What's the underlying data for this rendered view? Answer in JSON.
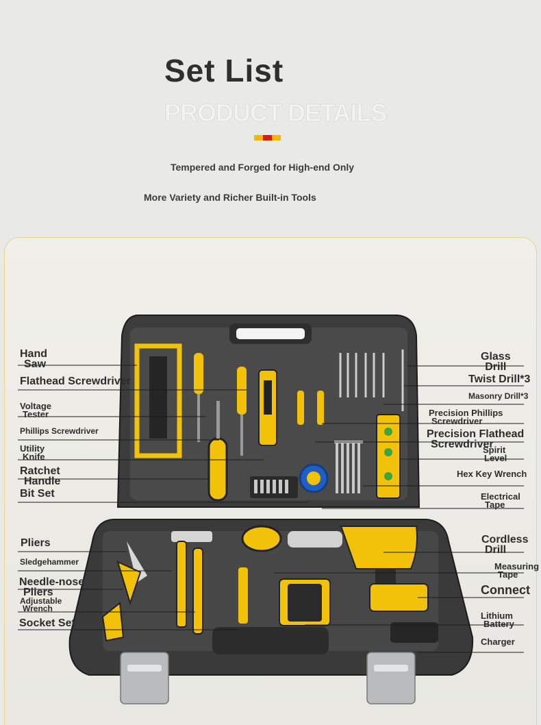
{
  "header": {
    "title": "Set List",
    "subtitle": "PRODUCT DETAILS",
    "tagline_1": "Tempered and Forged for High-end Only",
    "tagline_2": "More Variety and Richer Built-in Tools",
    "accent_colors": [
      "#f5b800",
      "#d81e05",
      "#f5b800"
    ]
  },
  "colors": {
    "case_body": "#3b3b3b",
    "tool_accent": "#f2c10a",
    "panel_border": "#ecd28a"
  },
  "labels": {
    "left": [
      {
        "id": "hand-saw",
        "lines": [
          "Hand",
          "Saw"
        ]
      },
      {
        "id": "flathead-screwdriver",
        "lines": [
          "Flathead Screwdriver"
        ]
      },
      {
        "id": "voltage-tester",
        "lines": [
          "Voltage",
          "Tester"
        ]
      },
      {
        "id": "phillips-screwdriver",
        "lines": [
          "Phillips Screwdriver"
        ]
      },
      {
        "id": "utility-knife",
        "lines": [
          "Utility",
          "Knife"
        ]
      },
      {
        "id": "ratchet-handle",
        "lines": [
          "Ratchet",
          "Handle"
        ]
      },
      {
        "id": "bit-set",
        "lines": [
          "Bit Set"
        ]
      },
      {
        "id": "pliers",
        "lines": [
          "Pliers"
        ]
      },
      {
        "id": "sledgehammer",
        "lines": [
          "Sledgehammer"
        ]
      },
      {
        "id": "needle-nose-pliers",
        "lines": [
          "Needle-nose",
          "Pliers"
        ]
      },
      {
        "id": "adjustable-wrench",
        "lines": [
          "Adjustable",
          "Wrench"
        ]
      },
      {
        "id": "socket-set",
        "lines": [
          "Socket Set"
        ]
      }
    ],
    "right": [
      {
        "id": "glass-drill",
        "lines": [
          "Glass",
          "Drill"
        ]
      },
      {
        "id": "twist-drill",
        "lines": [
          "Twist Drill*3"
        ]
      },
      {
        "id": "masonry-drill",
        "lines": [
          "Masonry Drill*3"
        ]
      },
      {
        "id": "precision-phillips-screwdriver",
        "lines": [
          "Precision Phillips",
          "Screwdriver"
        ]
      },
      {
        "id": "precision-flathead-screwdriver",
        "lines": [
          "Precision Flathead",
          "Screwdriver"
        ]
      },
      {
        "id": "spirit-level",
        "lines": [
          "Spirit",
          "Level"
        ]
      },
      {
        "id": "hex-key-wrench",
        "lines": [
          "Hex Key Wrench"
        ]
      },
      {
        "id": "electrical-tape",
        "lines": [
          "Electrical",
          "Tape"
        ]
      },
      {
        "id": "cordless-drill",
        "lines": [
          "Cordless",
          "Drill"
        ]
      },
      {
        "id": "measuring-tape",
        "lines": [
          "Measuring",
          "Tape"
        ]
      },
      {
        "id": "connect",
        "lines": [
          "Connect"
        ]
      },
      {
        "id": "lithium-battery",
        "lines": [
          "Lithium",
          "Battery"
        ]
      },
      {
        "id": "charger",
        "lines": [
          "Charger"
        ]
      }
    ]
  }
}
